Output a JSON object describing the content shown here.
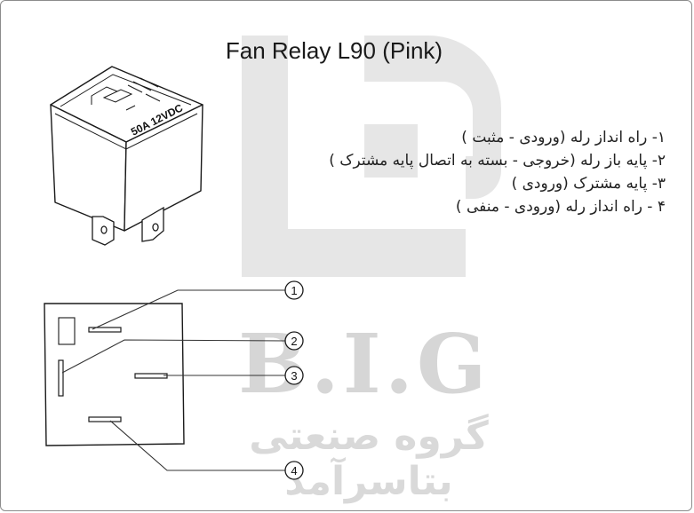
{
  "title": "Fan Relay L90 (Pink)",
  "relay_label": "50A 12VDC",
  "legend": [
    "۱- راه انداز رله (ورودی - مثبت )",
    "۲- پایه باز رله (خروجی - بسته به اتصال پایه مشترک )",
    "۳- پایه مشترک (ورودی )",
    "۴ - راه انداز رله (ورودی - منفی )"
  ],
  "pin_callouts": [
    "1",
    "2",
    "3",
    "4"
  ],
  "watermark": {
    "brand": "B.I.G",
    "company": "گروه صنعتی بتاسرآمد"
  }
}
